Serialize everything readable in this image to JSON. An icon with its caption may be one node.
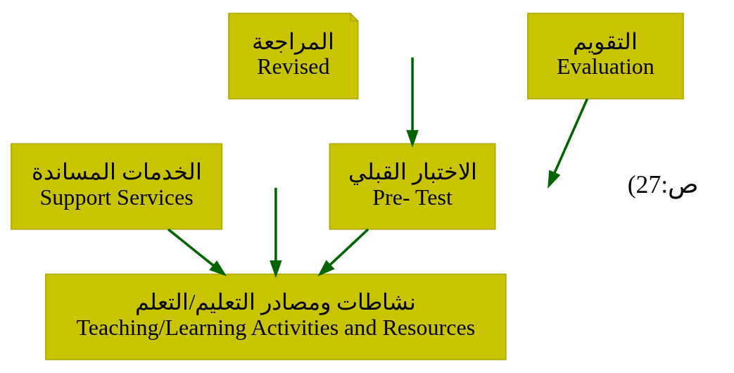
{
  "diagram": {
    "nodes": [
      {
        "text": [
          "المراجعة",
          "Revised"
        ]
      },
      {
        "text": [
          "الاختبار القبلي",
          "Pre- Test"
        ]
      },
      {
        "text": [
          "نشاطات ومصادر التعليم/التعلم",
          "Teaching/Learning Activities and Resources"
        ]
      },
      {
        "text": [
          "الخدمات المساندة",
          "Support Services"
        ]
      },
      {
        "text": [
          "التقويم",
          "Evaluation"
        ]
      }
    ],
    "edges": [
      {
        "from": null,
        "to": 1,
        "arrow": "to"
      },
      {
        "from": 1,
        "to": 2,
        "arrow": "to"
      },
      {
        "from": null,
        "to": 2,
        "arrow": "to"
      },
      {
        "from": 3,
        "to": 2,
        "arrow": "to"
      },
      {
        "from": 4,
        "to": null,
        "arrow": "to"
      }
    ],
    "labels": [
      "(27:ص"
    ]
  }
}
